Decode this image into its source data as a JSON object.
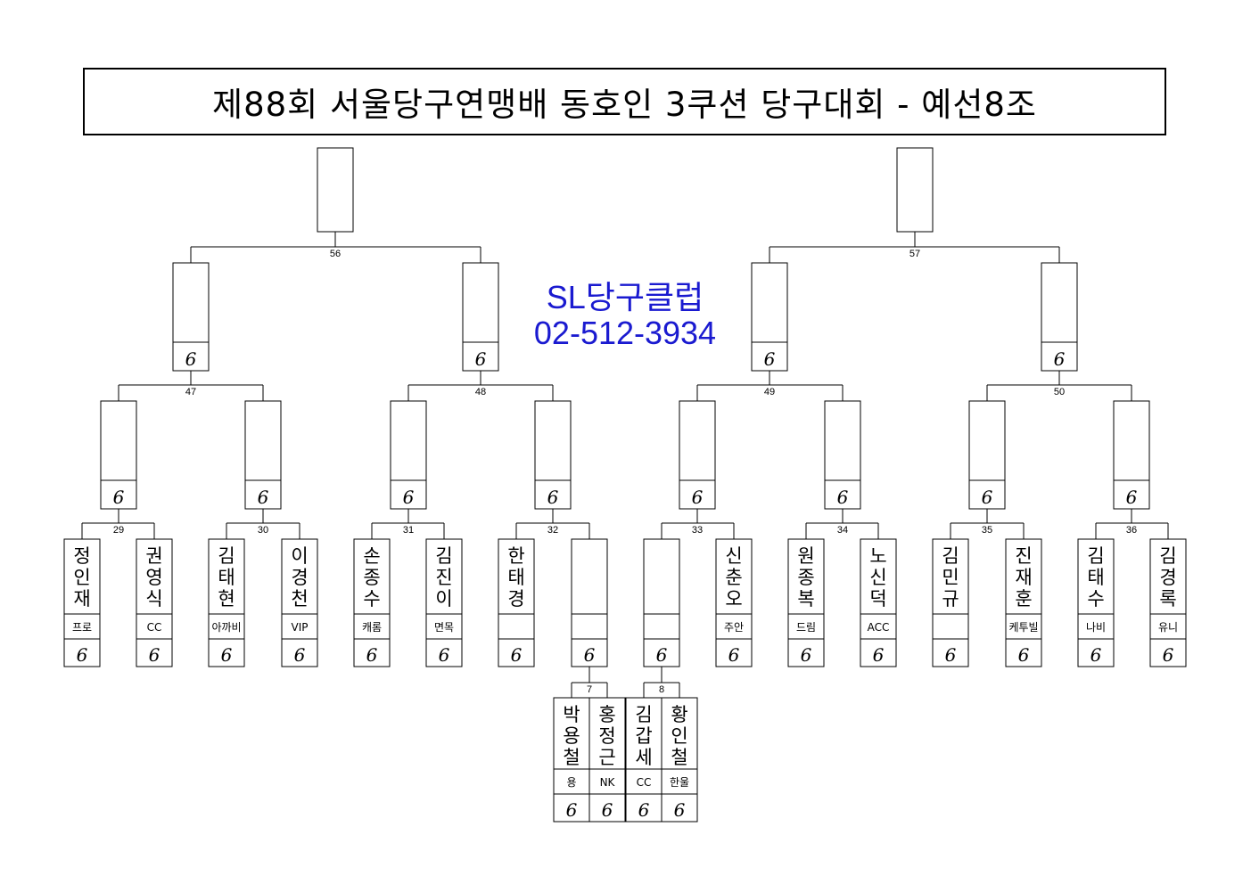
{
  "title": "제88회 서울당구연맹배 동호인 3쿠션 당구대회 - 예선8조",
  "sponsor": {
    "name": "SL당구클럽",
    "phone": "02-512-3934"
  },
  "score_mark": "6",
  "colors": {
    "sponsor": "#1a1ad0",
    "line": "#000000"
  },
  "first_round": [
    {
      "match": "7",
      "players": [
        {
          "name": "박용철",
          "club": "용"
        },
        {
          "name": "홍정근",
          "club": "NK"
        }
      ]
    },
    {
      "match": "8",
      "players": [
        {
          "name": "김갑세",
          "club": "CC"
        },
        {
          "name": "황인철",
          "club": "한울"
        }
      ]
    }
  ],
  "second_round": [
    {
      "match": "29",
      "players": [
        {
          "name": "정인재",
          "club": "프로"
        },
        {
          "name": "권영식",
          "club": "CC"
        }
      ]
    },
    {
      "match": "30",
      "players": [
        {
          "name": "김태현",
          "club": "아까비"
        },
        {
          "name": "이경천",
          "club": "VIP"
        }
      ]
    },
    {
      "match": "31",
      "players": [
        {
          "name": "손종수",
          "club": "캐롬"
        },
        {
          "name": "김진이",
          "club": "면목"
        }
      ]
    },
    {
      "match": "32",
      "players": [
        {
          "name": "한태경",
          "club": ""
        },
        {
          "name": "",
          "club": ""
        }
      ]
    },
    {
      "match": "33",
      "players": [
        {
          "name": "",
          "club": ""
        },
        {
          "name": "신춘오",
          "club": "주안"
        }
      ]
    },
    {
      "match": "34",
      "players": [
        {
          "name": "원종복",
          "club": "드림"
        },
        {
          "name": "노신덕",
          "club": "ACC"
        }
      ]
    },
    {
      "match": "35",
      "players": [
        {
          "name": "김민규",
          "club": ""
        },
        {
          "name": "진재훈",
          "club": "케투빌"
        }
      ]
    },
    {
      "match": "36",
      "players": [
        {
          "name": "김태수",
          "club": "나비"
        },
        {
          "name": "김경록",
          "club": "유니"
        }
      ]
    }
  ],
  "third_round": [
    {
      "match": "47"
    },
    {
      "match": "48"
    },
    {
      "match": "49"
    },
    {
      "match": "50"
    }
  ],
  "final_round": [
    {
      "match": "56"
    },
    {
      "match": "57"
    }
  ]
}
